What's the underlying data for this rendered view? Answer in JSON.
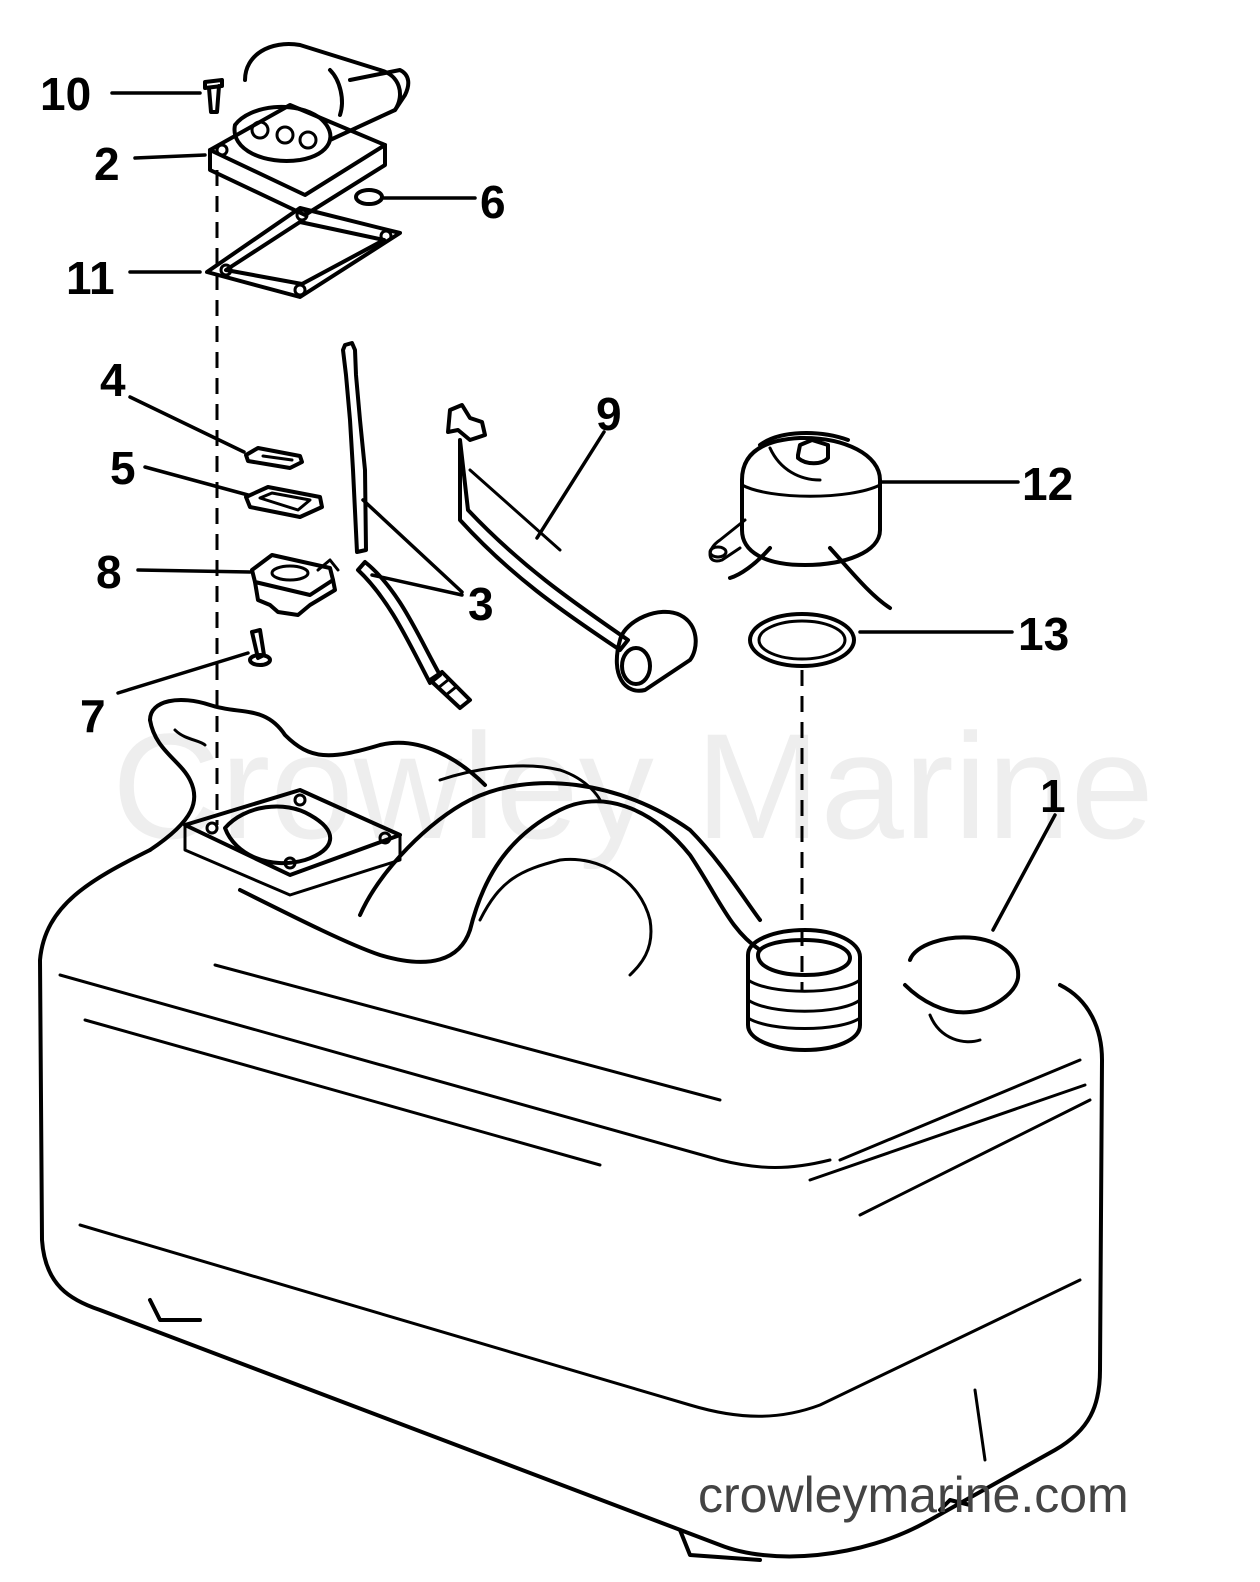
{
  "watermark": {
    "brand": "Crowley Marine",
    "url": "crowleymarine.com"
  },
  "callouts": {
    "c1": "1",
    "c2": "2",
    "c3": "3",
    "c4": "4",
    "c5": "5",
    "c6": "6",
    "c7": "7",
    "c8": "8",
    "c9": "9",
    "c10": "10",
    "c11": "11",
    "c12": "12",
    "c13": "13"
  }
}
